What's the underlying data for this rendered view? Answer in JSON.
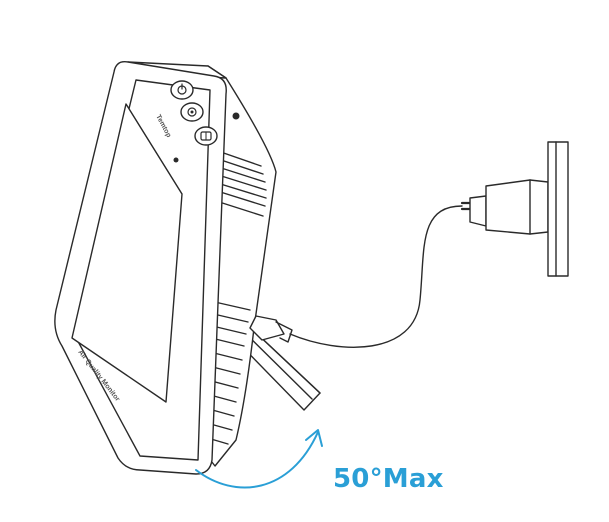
{
  "angle_label": "50°Max",
  "device_text": {
    "brand": "Temtop",
    "model": "Air Quality Monitor"
  },
  "colors": {
    "line": "#2a2a2a",
    "accent": "#2a9fd6",
    "fill": "#ffffff",
    "shade": "#f4f4f4"
  },
  "icons": [
    "power-button-icon",
    "settings-button-icon",
    "mode-button-icon",
    "sensor-indicator-icon",
    "rotation-arrow-icon",
    "usb-plug-icon",
    "wall-adapter-icon"
  ]
}
